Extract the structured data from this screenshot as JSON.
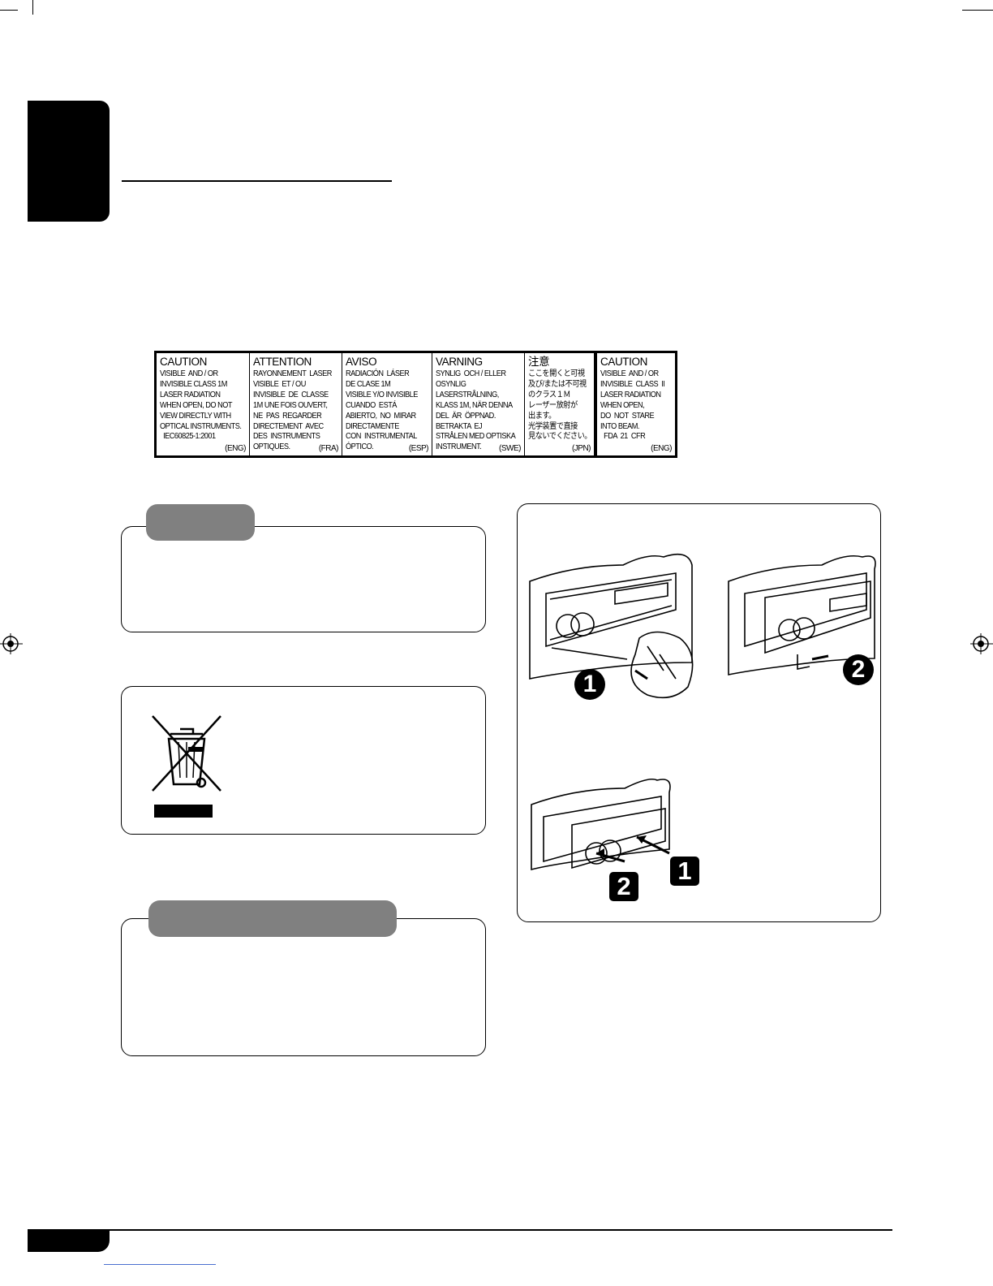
{
  "caution_label": {
    "columns": [
      {
        "heading": "CAUTION",
        "lines": [
          "VISIBLE  AND / OR",
          "INVISIBLE CLASS 1M",
          "LASER RADIATION",
          "WHEN OPEN, DO NOT",
          "VIEW DIRECTLY WITH",
          "OPTICAL INSTRUMENTS.",
          "  IEC60825-1:2001"
        ],
        "code": "(ENG)"
      },
      {
        "heading": "ATTENTION",
        "lines": [
          "RAYONNEMENT  LASER",
          "VISIBLE  ET / OU",
          "INVISIBLE  DE  CLASSE",
          "1M UNE FOIS OUVERT,",
          "NE  PAS  REGARDER",
          "DIRECTEMENT  AVEC",
          "DES  INSTRUMENTS",
          "OPTIQUES."
        ],
        "code": "(FRA)"
      },
      {
        "heading": "AVISO",
        "lines": [
          "RADIACIÓN  LÁSER",
          "DE CLASE 1M",
          "VISIBLE Y/O INVISIBLE",
          "CUANDO  ESTÁ",
          "ABIERTO,  NO  MIRAR",
          "DIRECTAMENTE",
          "CON  INSTRUMENTAL",
          "ÓPTICO."
        ],
        "code": "(ESP)"
      },
      {
        "heading": "VARNING",
        "lines": [
          "SYNLIG  OCH / ELLER",
          "OSYNLIG",
          "LASERSTRÅLNING,",
          "KLASS 1M, NÄR DENNA",
          "DEL  ÄR  ÖPPNAD.",
          "BETRAKTA  EJ",
          "STRÅLEN MED OPTISKA",
          "INSTRUMENT."
        ],
        "code": "(SWE)"
      },
      {
        "heading": "注意",
        "lines": [
          "ここを開くと可視",
          "及び/または不可視",
          "のクラス１Ｍ",
          "レーザー放射が",
          "出ます。",
          "光学装置で直接",
          "見ないでください。"
        ],
        "code": "(JPN)"
      },
      {
        "heading": "CAUTION",
        "lines": [
          "VISIBLE  AND / OR",
          "INVISIBLE  CLASS  II",
          "LASER RADIATION",
          "WHEN OPEN,",
          "DO  NOT  STARE",
          "INTO BEAM.",
          "  FDA  21  CFR"
        ],
        "code": "(ENG)"
      }
    ]
  },
  "diagram_labels": {
    "step1_circle": "1",
    "step2_circle": "2",
    "step1_square": "1",
    "step2_square": "2"
  },
  "colors": {
    "tab_gray": "#808080",
    "black": "#000000",
    "border": "#000000"
  },
  "icons": {
    "weee": "crossed-out-wheelie-bin-icon",
    "registration": "crosshair-registration-mark-icon"
  }
}
